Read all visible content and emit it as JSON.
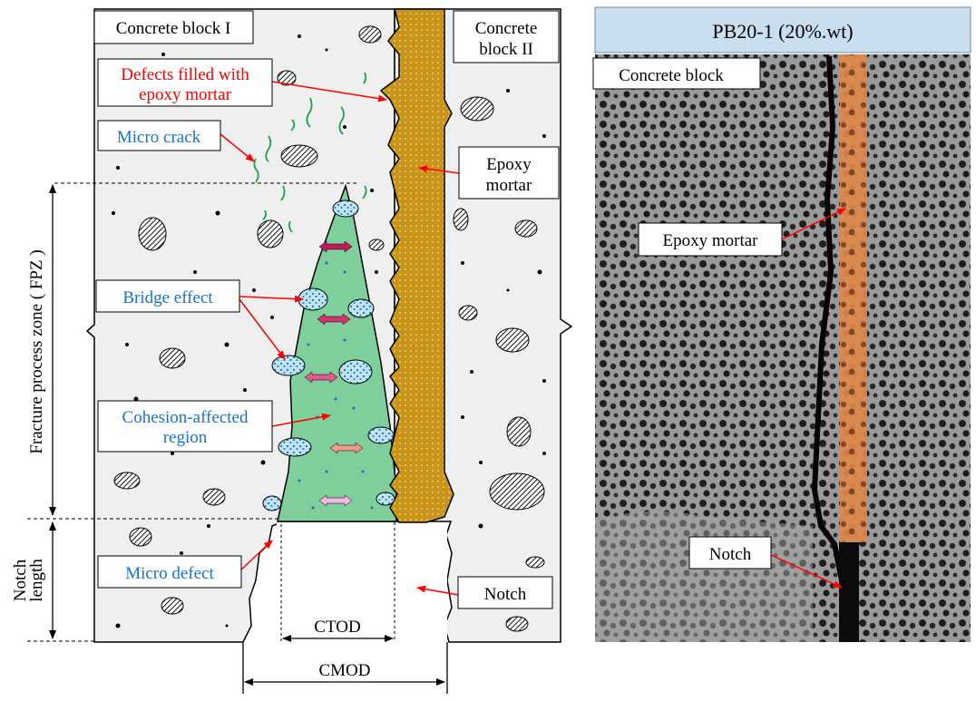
{
  "left_panel": {
    "block1": "Concrete block I",
    "block2_line1": "Concrete",
    "block2_line2": "block II",
    "defects_line1": "Defects filled with",
    "defects_line2": "epoxy mortar",
    "micro_crack": "Micro crack",
    "epoxy_line1": "Epoxy",
    "epoxy_line2": "mortar",
    "bridge_effect": "Bridge effect",
    "cohesion_line1": "Cohesion-affected",
    "cohesion_line2": "region",
    "micro_defect": "Micro defect",
    "notch": "Notch",
    "ctod": "CTOD",
    "cmod": "CMOD",
    "fpz_axis": "Fracture process zone ( FPZ )",
    "notch_len_line1": "Notch",
    "notch_len_line2": "length"
  },
  "right_panel": {
    "title": "PB20-1 (20%.wt)",
    "concrete_block": "Concrete block",
    "epoxy_mortar": "Epoxy mortar",
    "notch": "Notch"
  },
  "colors": {
    "red_text": "#ff0000",
    "blue_text": "#1a73c8",
    "epoxy_fill": "#c8951a",
    "fpz_fill": "#7fcf9d",
    "concrete_bg": "#efefef",
    "title_bg": "#c9deef",
    "photo_bg": "#8f8f8f",
    "photo_stripe": "#e08a4a"
  }
}
